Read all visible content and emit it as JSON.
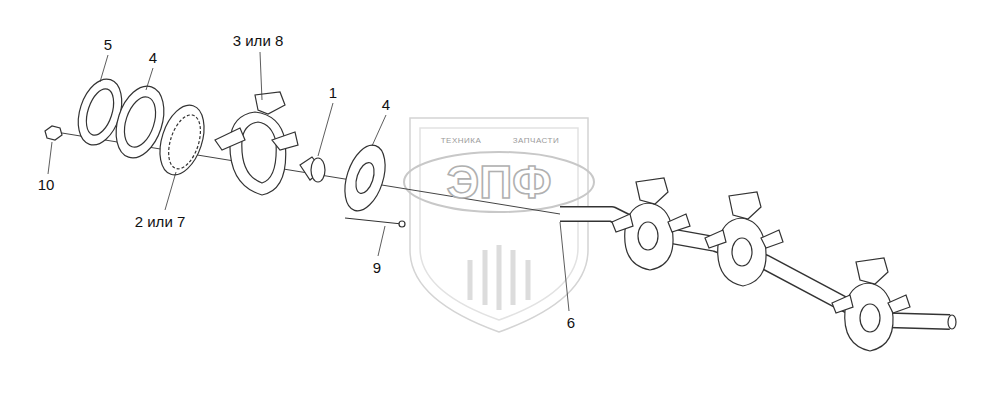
{
  "diagram": {
    "labels": [
      "5",
      "3 или 8",
      "4",
      "1",
      "4",
      "ТЕХНИКА",
      "ЗАПЧАСТИ",
      "ЭПФ",
      "10",
      "2 или 7",
      "9",
      "6"
    ]
  }
}
